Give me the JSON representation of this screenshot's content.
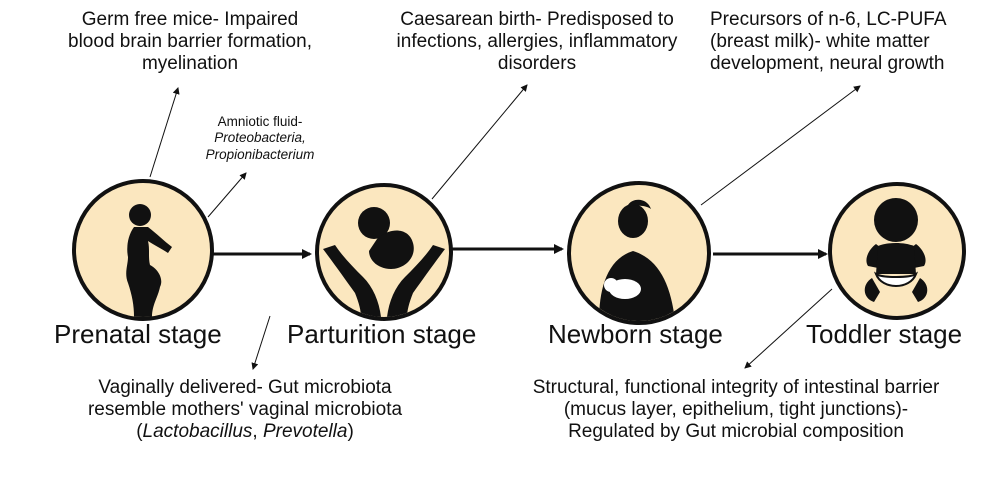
{
  "colors": {
    "circle_fill": "#fbe7bf",
    "stroke": "#111111",
    "text": "#111111"
  },
  "stages": [
    {
      "label": "Prenatal stage",
      "icon": "pregnant-woman-icon"
    },
    {
      "label": "Parturition stage",
      "icon": "baby-in-hands-icon"
    },
    {
      "label": "Newborn stage",
      "icon": "mother-holding-baby-icon"
    },
    {
      "label": "Toddler stage",
      "icon": "toddler-icon"
    }
  ],
  "annotations": {
    "germ_free": [
      "Germ free mice- Impaired",
      "blood brain barrier formation,",
      "myelination"
    ],
    "amniotic": {
      "line1": "Amniotic fluid-",
      "line2": "Proteobacteria,",
      "line3": "Propionibacterium"
    },
    "caesarean": [
      "Caesarean birth- Predisposed to",
      "infections, allergies, inflammatory",
      "disorders"
    ],
    "precursors": [
      "Precursors of n-6, LC-PUFA",
      "(breast milk)- white matter",
      "development, neural growth"
    ],
    "vaginal": {
      "line1": "Vaginally delivered- Gut microbiota",
      "line2": "resemble mothers' vaginal microbiota",
      "open": "(",
      "genus1": "Lactobacillus",
      "sep": ", ",
      "genus2": "Prevotella",
      "close": ")"
    },
    "structural": [
      "Structural, functional integrity of intestinal barrier",
      "(mucus layer, epithelium, tight junctions)-",
      "Regulated by Gut microbial composition"
    ]
  }
}
